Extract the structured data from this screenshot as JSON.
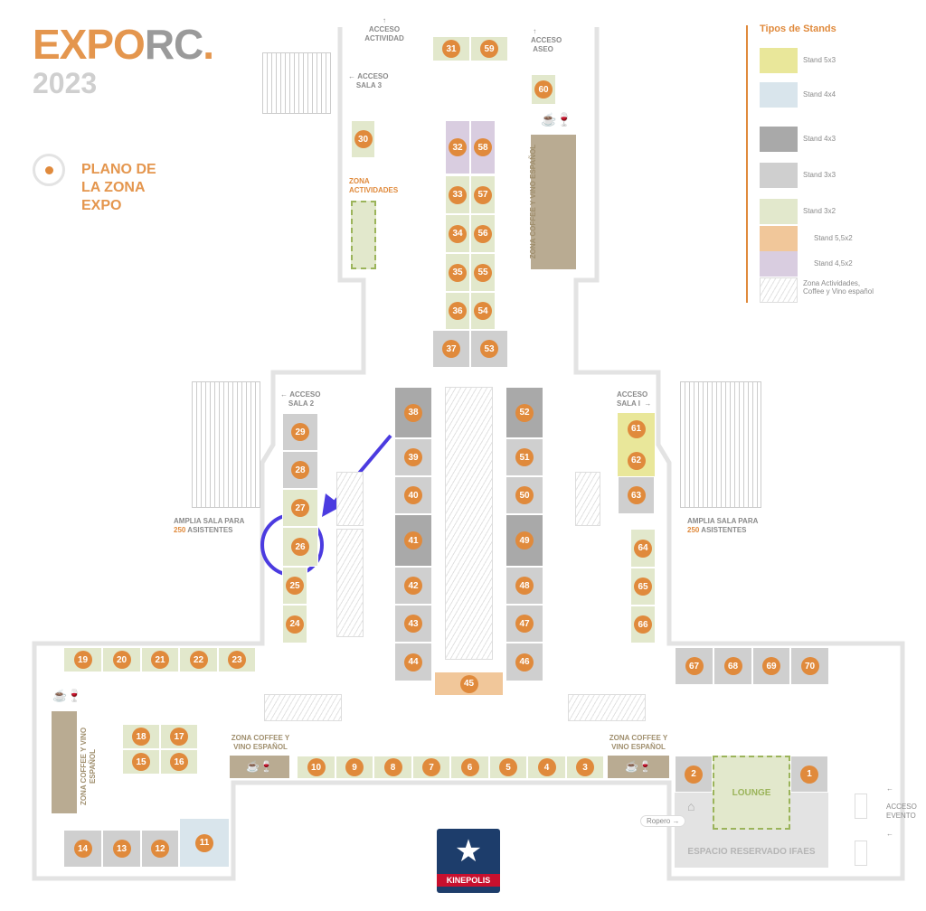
{
  "header": {
    "logo_expo": "EXPO",
    "logo_rc": "RC",
    "logo_dot": ".",
    "year": "2023",
    "plan_title": [
      "PLANO DE",
      "LA ZONA",
      "EXPO"
    ]
  },
  "colors": {
    "orange": "#e08a3c",
    "annotation": "#4b3be0",
    "s5x3": "#e9e79a",
    "s4x4": "#d9e5ec",
    "s4x3": "#a9a9a9",
    "s3x3": "#cfcfcf",
    "s3x2": "#e2e8cc",
    "s55x2": "#f1c79a",
    "s45x2": "#d9cde0"
  },
  "legend": {
    "title": "Tipos de Stands",
    "items": [
      {
        "type": "s5x3",
        "label": "Stand 5x3"
      },
      {
        "type": "s4x4",
        "label": "Stand 4x4"
      },
      {
        "type": "s4x3",
        "label": "Stand 4x3"
      },
      {
        "type": "s3x3",
        "label": "Stand 3x3"
      },
      {
        "type": "s3x2",
        "label": "Stand 3x2"
      },
      {
        "type": "s55x2",
        "label": "Stand 5,5x2"
      },
      {
        "type": "s45x2",
        "label": "Stand 4,5x2"
      },
      {
        "type": "hatch",
        "label": "Zona Actividades, Coffee y Vino español"
      }
    ]
  },
  "labels": {
    "acceso_actividad": "ACCESO ACTIVIDAD",
    "acceso_sala3": [
      "ACCESO",
      "SALA 3"
    ],
    "acceso_aseo": [
      "ACCESO",
      "ASEO"
    ],
    "zona_actividades": [
      "ZONA",
      "ACTIVIDADES"
    ],
    "zona_coffee_v": "ZONA COFFEE Y VINO ESPAÑOL",
    "acceso_sala2": [
      "ACCESO",
      "SALA 2"
    ],
    "acceso_sala1": [
      "ACCESO",
      "SALA I"
    ],
    "amplia_sala": "AMPLIA SALA PARA",
    "asistentes_num": "250",
    "asistentes": " ASISTENTES",
    "zona_coffee": [
      "ZONA COFFEE Y",
      "VINO ESPAÑOL"
    ],
    "lounge": "LOUNGE",
    "ropero": "Ropero →",
    "espacio": "ESPACIO RESERVADO IFAES",
    "acceso_evento": [
      "ACCESO",
      "EVENTO"
    ],
    "kinepolis": "KINEPOLIS"
  },
  "stands": [
    {
      "n": "31",
      "t": "s3x2"
    },
    {
      "n": "59",
      "t": "s3x2"
    },
    {
      "n": "60",
      "t": "s3x2"
    },
    {
      "n": "30",
      "t": "s3x2"
    },
    {
      "n": "32",
      "t": "s45x2"
    },
    {
      "n": "58",
      "t": "s45x2"
    },
    {
      "n": "33",
      "t": "s3x2"
    },
    {
      "n": "34",
      "t": "s3x2"
    },
    {
      "n": "35",
      "t": "s3x2"
    },
    {
      "n": "36",
      "t": "s3x2"
    },
    {
      "n": "57",
      "t": "s3x2"
    },
    {
      "n": "56",
      "t": "s3x2"
    },
    {
      "n": "55",
      "t": "s3x2"
    },
    {
      "n": "54",
      "t": "s3x2"
    },
    {
      "n": "37",
      "t": "s3x3"
    },
    {
      "n": "53",
      "t": "s3x3"
    },
    {
      "n": "29",
      "t": "s3x3"
    },
    {
      "n": "28",
      "t": "s3x3"
    },
    {
      "n": "27",
      "t": "s3x2"
    },
    {
      "n": "26",
      "t": "s3x2"
    },
    {
      "n": "25",
      "t": "s3x2"
    },
    {
      "n": "24",
      "t": "s3x2"
    },
    {
      "n": "38",
      "t": "s4x3"
    },
    {
      "n": "39",
      "t": "s3x3"
    },
    {
      "n": "40",
      "t": "s3x3"
    },
    {
      "n": "41",
      "t": "s4x3"
    },
    {
      "n": "42",
      "t": "s3x3"
    },
    {
      "n": "43",
      "t": "s3x3"
    },
    {
      "n": "44",
      "t": "s3x3"
    },
    {
      "n": "52",
      "t": "s4x3"
    },
    {
      "n": "51",
      "t": "s3x3"
    },
    {
      "n": "50",
      "t": "s3x3"
    },
    {
      "n": "49",
      "t": "s4x3"
    },
    {
      "n": "48",
      "t": "s3x3"
    },
    {
      "n": "47",
      "t": "s3x3"
    },
    {
      "n": "46",
      "t": "s3x3"
    },
    {
      "n": "45",
      "t": "s55x2"
    },
    {
      "n": "61",
      "t": "s5x3"
    },
    {
      "n": "62",
      "t": "s5x3"
    },
    {
      "n": "63",
      "t": "s3x3"
    },
    {
      "n": "64",
      "t": "s3x2"
    },
    {
      "n": "65",
      "t": "s3x2"
    },
    {
      "n": "66",
      "t": "s3x2"
    },
    {
      "n": "67",
      "t": "s3x3"
    },
    {
      "n": "68",
      "t": "s3x3"
    },
    {
      "n": "69",
      "t": "s3x3"
    },
    {
      "n": "70",
      "t": "s3x3"
    },
    {
      "n": "19",
      "t": "s3x2"
    },
    {
      "n": "20",
      "t": "s3x2"
    },
    {
      "n": "21",
      "t": "s3x2"
    },
    {
      "n": "22",
      "t": "s3x2"
    },
    {
      "n": "23",
      "t": "s3x2"
    },
    {
      "n": "18",
      "t": "s3x2"
    },
    {
      "n": "17",
      "t": "s3x2"
    },
    {
      "n": "15",
      "t": "s3x2"
    },
    {
      "n": "16",
      "t": "s3x2"
    },
    {
      "n": "10",
      "t": "s3x2"
    },
    {
      "n": "9",
      "t": "s3x2"
    },
    {
      "n": "8",
      "t": "s3x2"
    },
    {
      "n": "7",
      "t": "s3x2"
    },
    {
      "n": "6",
      "t": "s3x2"
    },
    {
      "n": "5",
      "t": "s3x2"
    },
    {
      "n": "4",
      "t": "s3x2"
    },
    {
      "n": "3",
      "t": "s3x2"
    },
    {
      "n": "14",
      "t": "s3x3"
    },
    {
      "n": "13",
      "t": "s3x3"
    },
    {
      "n": "12",
      "t": "s3x3"
    },
    {
      "n": "11",
      "t": "s4x4"
    },
    {
      "n": "2",
      "t": "s3x3"
    },
    {
      "n": "1",
      "t": "s3x3"
    }
  ],
  "highlighted_stand": "26"
}
